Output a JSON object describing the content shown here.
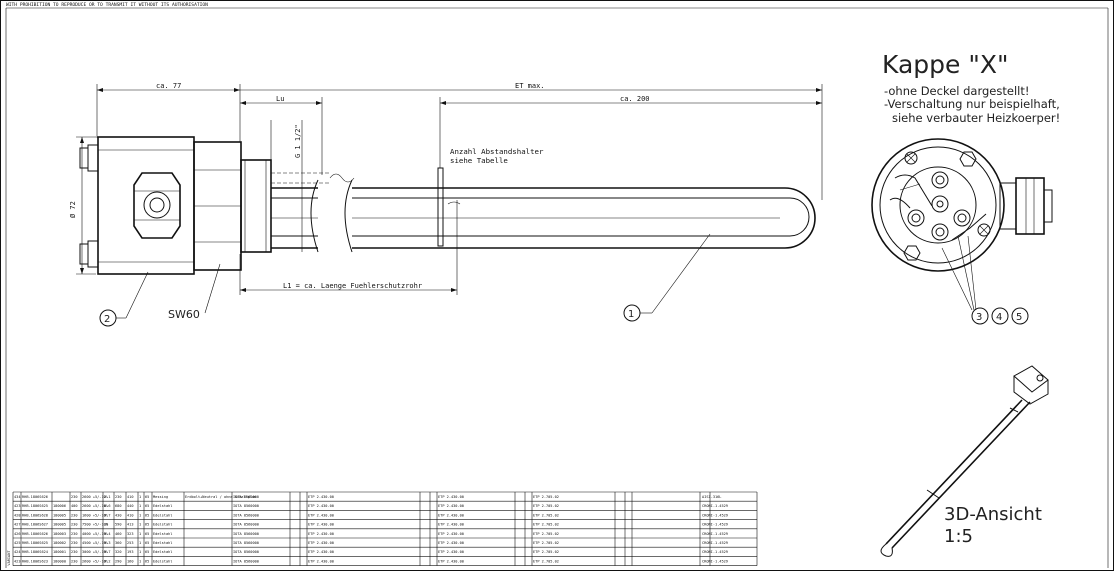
{
  "header_notice": "WITH PROHIBITION TO REPRODUCE OR TO TRANSMIT IT WITHOUT ITS AUTHORISATION",
  "dimensions": {
    "ca77": "ca. 77",
    "lu": "Lu",
    "et_max": "ET max.",
    "ca200": "ca. 200",
    "diameter": "Ø 72",
    "thread": "G 1 1/2\"",
    "l1": "L1 = ca. Laenge Fuehlerschutzrohr",
    "sw60": "SW60"
  },
  "notes": {
    "spacer_line1": "Anzahl Abstandshalter",
    "spacer_line2": "siehe Tabelle"
  },
  "balloons": [
    "1",
    "2",
    "3",
    "4",
    "5"
  ],
  "cap_view": {
    "title": "Kappe \"X\"",
    "note1": "-ohne Deckel dargestellt!",
    "note2": "-Verschaltung nur beispielhaft,",
    "note3": "siehe verbauter Heizkoerper!"
  },
  "view3d": {
    "title": "3D-Ansicht",
    "scale": "1:5"
  },
  "table": {
    "side_label": "VARIANT",
    "rows": [
      {
        "pos": "434",
        "code": "RHB.1806S626",
        "n": "",
        "v": "230",
        "p": "2600 +5/-10%",
        "a": "2.1",
        "b": "230",
        "c": "410",
        "d": "1",
        "e": "65",
        "mat": "Messing",
        "note": "Erdbolt+Neutral / ohne Schaltplan",
        "part1": "IOTA 8560000",
        "part2": "ETP 2.430.00",
        "part3": "ETP 2.430.00",
        "part4": "ETP 2.705.02",
        "end": "AISI-316L"
      },
      {
        "pos": "423",
        "code": "RHB.1806S625",
        "n": "180006",
        "v": "400",
        "p": "2600 +5/-10%",
        "a": "6.6",
        "b": "680",
        "c": "440",
        "d": "1",
        "e": "65",
        "mat": "Edelstahl",
        "note": "",
        "part1": "IOTA 8560000",
        "part2": "ETP 2.430.00",
        "part3": "ETP 2.430.00",
        "part4": "ETP 2.705.02",
        "end": "CRONI-1.4529"
      },
      {
        "pos": "428",
        "code": "RHB.1806S628",
        "n": "180005",
        "v": "230",
        "p": "1600 +5/-10%",
        "a": "9.7",
        "b": "430",
        "c": "410",
        "d": "1",
        "e": "65",
        "mat": "Edelstahl",
        "note": "",
        "part1": "IOTA 8560000",
        "part2": "ETP 2.430.00",
        "part3": "ETP 2.430.00",
        "part4": "ETP 2.705.02",
        "end": "CRONI-1.4529"
      },
      {
        "pos": "427",
        "code": "RHB.1806S627",
        "n": "180005",
        "v": "230",
        "p": "7500 +5/-10%",
        "a": "10",
        "b": "590",
        "c": "413",
        "d": "1",
        "e": "65",
        "mat": "Edelstahl",
        "note": "",
        "part1": "IOTA 8560000",
        "part2": "ETP 2.430.00",
        "part3": "ETP 2.430.00",
        "part4": "ETP 2.705.02",
        "end": "CRONI-1.4529"
      },
      {
        "pos": "426",
        "code": "RHB.1806S626",
        "n": "180003",
        "v": "230",
        "p": "4000 +5/-10%",
        "a": "9.4",
        "b": "460",
        "c": "323",
        "d": "1",
        "e": "65",
        "mat": "Edelstahl",
        "note": "",
        "part1": "IOTA 8560000",
        "part2": "ETP 2.430.00",
        "part3": "ETP 2.430.00",
        "part4": "ETP 2.705.02",
        "end": "CRONI-1.4529"
      },
      {
        "pos": "425",
        "code": "RHB.1806S625",
        "n": "180002",
        "v": "230",
        "p": "4500 +5/-10%",
        "a": "9.3",
        "b": "360",
        "c": "253",
        "d": "1",
        "e": "65",
        "mat": "Edelstahl",
        "note": "",
        "part1": "IOTA 8560000",
        "part2": "ETP 2.430.00",
        "part3": "ETP 2.430.00",
        "part4": "ETP 2.705.02",
        "end": "CRONI-1.4529"
      },
      {
        "pos": "424",
        "code": "RHB.1806S624",
        "n": "180001",
        "v": "230",
        "p": "3000 +5/-10%",
        "a": "9.7",
        "b": "320",
        "c": "193",
        "d": "1",
        "e": "65",
        "mat": "Edelstahl",
        "note": "",
        "part1": "IOTA 8560000",
        "part2": "ETP 2.430.00",
        "part3": "ETP 2.430.00",
        "part4": "ETP 2.705.02",
        "end": "CRONI-1.4529"
      },
      {
        "pos": "423",
        "code": "RHB.1806S623",
        "n": "180000",
        "v": "230",
        "p": "2600 +5/-10%",
        "a": "9.2",
        "b": "290",
        "c": "160",
        "d": "1",
        "e": "65",
        "mat": "Edelstahl",
        "note": "",
        "part1": "IOTA 8560000",
        "part2": "ETP 2.430.00",
        "part3": "ETP 2.430.00",
        "part4": "ETP 2.705.02",
        "end": "CRONI-1.4529"
      }
    ]
  }
}
